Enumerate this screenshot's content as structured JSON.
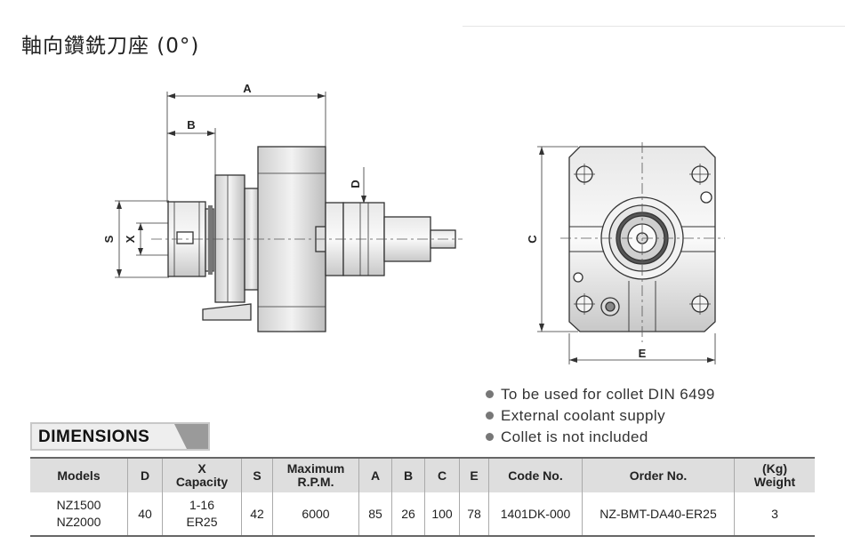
{
  "page": {
    "title": "軸向鑽銑刀座 (0°)"
  },
  "drawing": {
    "labels": {
      "a": "A",
      "b": "B",
      "d": "D",
      "s": "S",
      "x": "X",
      "c": "C",
      "e": "E"
    }
  },
  "notes": [
    "To be used for collet DIN 6499",
    "External coolant supply",
    "Collet is not included"
  ],
  "dimensions_heading": "DIMENSIONS",
  "table": {
    "headers": {
      "models": "Models",
      "d": "D",
      "x_line1": "X",
      "x_line2": "Capacity",
      "s": "S",
      "rpm_line1": "Maximum",
      "rpm_line2": "R.P.M.",
      "a": "A",
      "b": "B",
      "c": "C",
      "e": "E",
      "code": "Code No.",
      "order": "Order No.",
      "weight_line1": "(Kg)",
      "weight_line2": "Weight"
    },
    "row": {
      "model_1": "NZ1500",
      "model_2": "NZ2000",
      "d": "40",
      "x_line1": "1-16",
      "x_line2": "ER25",
      "s": "42",
      "rpm": "6000",
      "a": "85",
      "b": "26",
      "c": "100",
      "e": "78",
      "code": "1401DK-000",
      "order": "NZ-BMT-DA40-ER25",
      "weight": "3"
    }
  }
}
